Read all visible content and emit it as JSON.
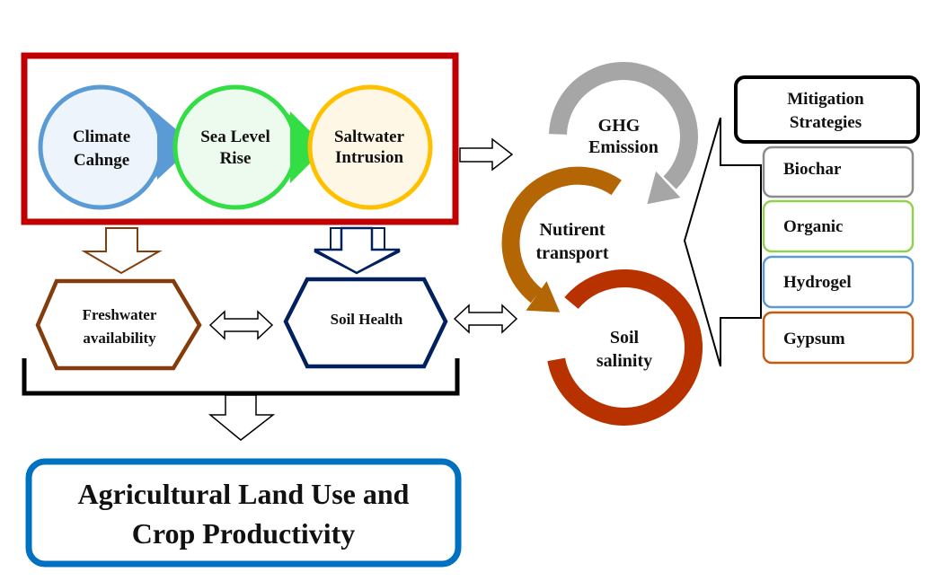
{
  "drivers": {
    "border_color": "#c00000",
    "items": [
      {
        "line1": "Climate",
        "line2": "Cahnge",
        "stroke": "#5b9bd5",
        "fill": "#eef4fb"
      },
      {
        "line1": "Sea Level",
        "line2": "Rise",
        "stroke": "#33dd44",
        "fill": "#edfbee"
      },
      {
        "line1": "Saltwater",
        "line2": "Intrusion",
        "stroke": "#ffc000",
        "fill": "#fff7e6"
      }
    ]
  },
  "impacts": {
    "freshwater": {
      "line1": "Freshwater",
      "line2": "availability",
      "stroke": "#843c0c"
    },
    "soil_health": {
      "label": "Soil Health",
      "stroke": "#002060"
    }
  },
  "cycle": {
    "ghg": {
      "line1": "GHG",
      "line2": "Emission",
      "color": "#a6a6a6"
    },
    "nutrient": {
      "line1": "Nutirent",
      "line2": "transport",
      "color": "#b46504"
    },
    "salinity": {
      "line1": "Soil",
      "line2": "salinity",
      "color": "#b83200"
    }
  },
  "mitigation": {
    "title_line1": "Mitigation",
    "title_line2": "Strategies",
    "items": [
      {
        "label": "Biochar",
        "stroke": "#8c8c8c"
      },
      {
        "label": "Organic",
        "stroke": "#92d050"
      },
      {
        "label": "Hydrogel",
        "stroke": "#5b9bd5"
      },
      {
        "label": "Gypsum",
        "stroke": "#c55a11"
      }
    ]
  },
  "outcome": {
    "line1": "Agricultural Land Use and",
    "line2": "Crop Productivity",
    "stroke": "#0070c0"
  }
}
